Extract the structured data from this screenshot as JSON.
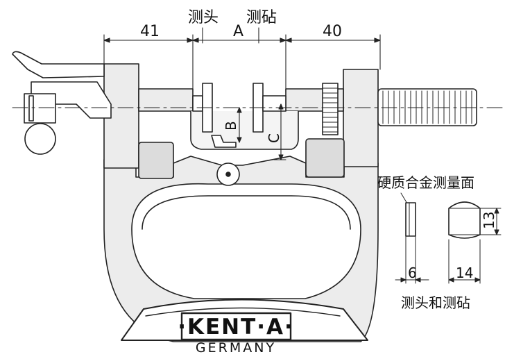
{
  "labels": {
    "spindle": "测头",
    "anvil": "测砧",
    "dim_left": "41",
    "dim_a": "A",
    "dim_right": "40",
    "dim_b": "B",
    "dim_c": "C",
    "carbide_faces": "硬质合金测量面",
    "dim_6": "6",
    "dim_14": "14",
    "dim_13": "13",
    "spindle_and_anvil": "测头和测砧"
  },
  "brand": {
    "logo_text": "·KENT·A·",
    "country": "GERMANY"
  }
}
